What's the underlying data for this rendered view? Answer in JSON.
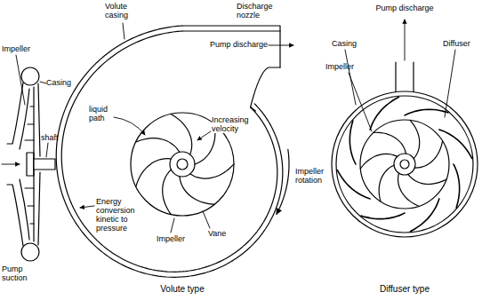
{
  "diagram": {
    "labels": [
      "Impeller",
      "Casing",
      "shaft",
      "Pump suction",
      "Volute casing",
      "Discharge nozzle",
      "Pump discharge",
      "liquid path",
      "Increasing velocity",
      "Impeller rotation",
      "Energy conversion kinetic to pressure",
      "Impeller",
      "Vane",
      "Volute type",
      "Casing",
      "Pump discharge",
      "Impeller",
      "Diffuser",
      "Diffuser type"
    ]
  }
}
